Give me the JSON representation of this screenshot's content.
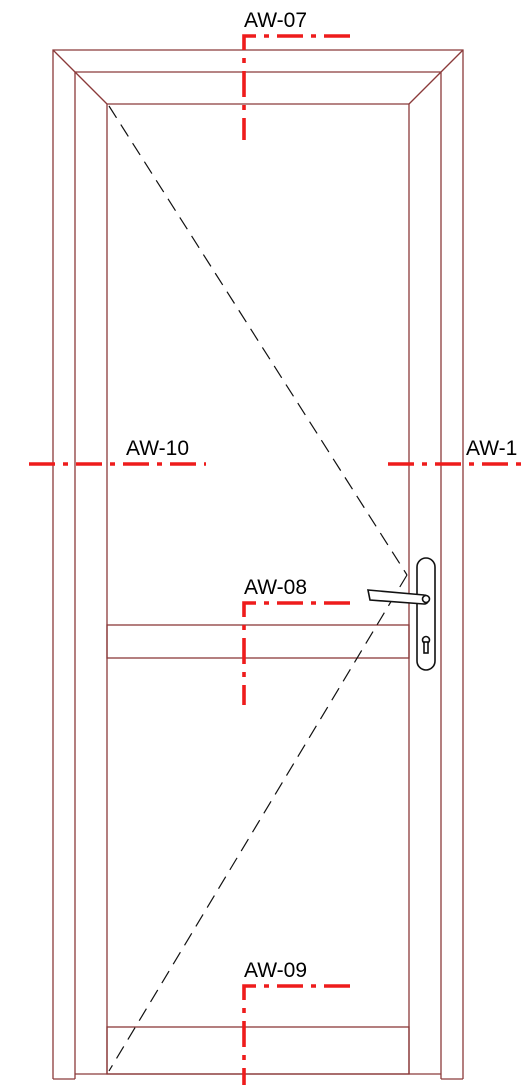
{
  "colors": {
    "frame": "#8b3a3a",
    "section_line": "#ee1c1c",
    "swing_line": "#111111",
    "text": "#000000"
  },
  "section_marks": {
    "top": "AW-07",
    "middle": "AW-08",
    "bottom": "AW-09",
    "left": "AW-10",
    "right": "AW-1"
  },
  "icons": {
    "handle": "door-lever-handle-icon"
  }
}
